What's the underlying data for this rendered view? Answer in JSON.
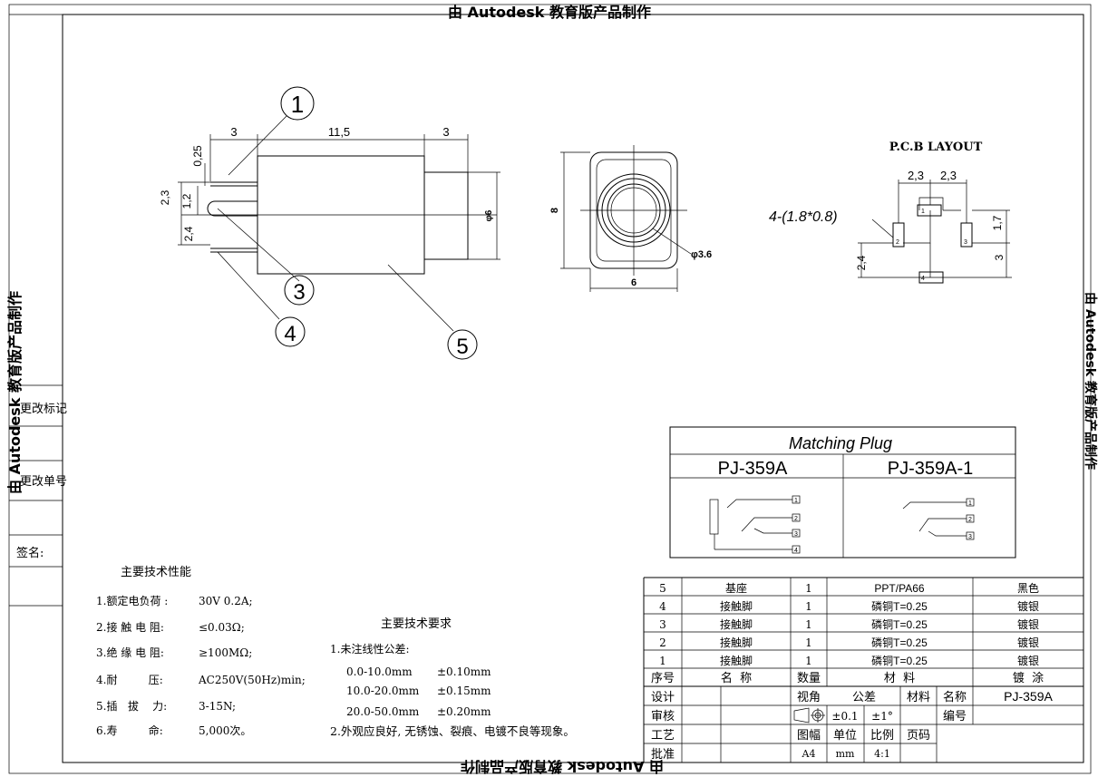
{
  "watermark": {
    "text": "由 Autodesk 教育版产品制作",
    "top_text": "由 Autodesk 教育版产品制作",
    "bottom_text": "由 Autodesk 教育版产品制作",
    "left_text": "由 Autodesk 教育版产品制作",
    "right_text": "由 Autodesk 教育版产品制作"
  },
  "left_strip": {
    "change_mark": "更改标记",
    "change_no": "更改单号",
    "signature": "签名:"
  },
  "side_view": {
    "dim_top_left": "3",
    "dim_top_mid": "11,5",
    "dim_top_right": "3",
    "dim_025": "0,25",
    "dim_23": "2,3",
    "dim_12": "1,2",
    "dim_24": "2,4",
    "dim_phi6": "φ6",
    "balloons": [
      "1",
      "3",
      "4",
      "5"
    ]
  },
  "front_view": {
    "dim_height": "8",
    "dim_width": "6",
    "dim_hole": "φ3.6"
  },
  "pcb": {
    "title": "P.C.B LAYOUT",
    "pad_note": "4-(1.8*0.8)",
    "dim_23a": "2,3",
    "dim_23b": "2,3",
    "dim_17": "1,7",
    "dim_3": "3",
    "dim_24": "2,4",
    "pads": [
      "1",
      "2",
      "3",
      "4"
    ]
  },
  "matching_plug": {
    "title": "Matching Plug",
    "model_a": "PJ-359A",
    "model_b": "PJ-359A-1",
    "pins_a": [
      "1",
      "2",
      "3",
      "4"
    ],
    "pins_b": [
      "1",
      "2",
      "3"
    ]
  },
  "specs": {
    "title": "主要技术性能",
    "items": [
      {
        "label": "1.额定电负荷 :",
        "value": "30V 0.2A;"
      },
      {
        "label": "2.接 触 电 阻:",
        "value": "≤0.03Ω;"
      },
      {
        "label": "3.绝 缘 电 阻:",
        "value": "≥100MΩ;"
      },
      {
        "label": "4.耐         压:",
        "value": "AC250V(50Hz)min;"
      },
      {
        "label": "5.插   拔    力:",
        "value": "3-15N;"
      },
      {
        "label": "6.寿         命:",
        "value": "5,000次。"
      }
    ]
  },
  "requirements": {
    "title": "主要技术要求",
    "line1": "1.未注线性公差:",
    "tolerances": [
      {
        "range": "0.0-10.0mm",
        "tol": "±0.10mm"
      },
      {
        "range": "10.0-20.0mm",
        "tol": "±0.15mm"
      },
      {
        "range": "20.0-50.0mm",
        "tol": "±0.20mm"
      }
    ],
    "line2": "2.外观应良好, 无锈蚀、裂痕、电镀不良等现象。"
  },
  "bom": {
    "rows": [
      {
        "no": "5",
        "name": "基座",
        "qty": "1",
        "material": "PPT/PA66",
        "finish": "黑色"
      },
      {
        "no": "4",
        "name": "接触脚",
        "qty": "1",
        "material": "磷铜T=0.25",
        "finish": "镀银"
      },
      {
        "no": "3",
        "name": "接触脚",
        "qty": "1",
        "material": "磷铜T=0.25",
        "finish": "镀银"
      },
      {
        "no": "2",
        "name": "接触脚",
        "qty": "1",
        "material": "磷铜T=0.25",
        "finish": "镀银"
      },
      {
        "no": "1",
        "name": "接触脚",
        "qty": "1",
        "material": "磷铜T=0.25",
        "finish": "镀银"
      }
    ],
    "header": {
      "no": "序号",
      "name": "名  称",
      "qty": "数量",
      "material": "材  料",
      "finish": "镀  涂"
    }
  },
  "title_block": {
    "design": "设计",
    "review": "审核",
    "process": "工艺",
    "approve": "批准",
    "view_angle": "视角",
    "tolerance": "公差",
    "material": "材料",
    "name_label": "名称",
    "name_value": "PJ-359A",
    "tol_linear": "±0.1",
    "tol_angle": "±1°",
    "code_label": "编号",
    "sheet": "图幅",
    "unit": "单位",
    "scale": "比例",
    "page": "页码",
    "sheet_value": "A4",
    "unit_value": "mm",
    "scale_value": "4:1"
  }
}
